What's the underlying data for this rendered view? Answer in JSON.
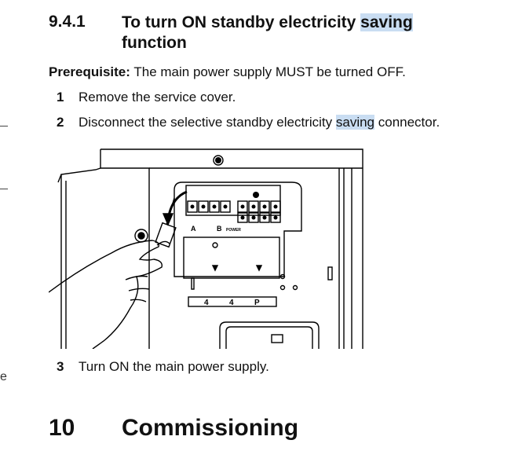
{
  "section": {
    "number": "9.4.1",
    "title_part1": "To turn ON standby electricity ",
    "title_highlight": "saving",
    "title_part2": "function"
  },
  "prerequisite": {
    "label": "Prerequisite:",
    "text": " The main power supply MUST be turned OFF."
  },
  "steps": [
    {
      "num": "1",
      "text": "Remove the service cover."
    },
    {
      "num": "2",
      "text_before": "Disconnect the selective standby electricity ",
      "text_highlight": "saving",
      "text_after": " connector."
    },
    {
      "num": "3",
      "text": "Turn ON the main power supply."
    }
  ],
  "illustration": {
    "terminal_labels": [
      "A",
      "B",
      "POWER"
    ],
    "terminal_strip": [
      "4",
      "4",
      "P"
    ]
  },
  "chapter": {
    "number": "10",
    "title": "Commissioning"
  },
  "margin_letter": "e"
}
